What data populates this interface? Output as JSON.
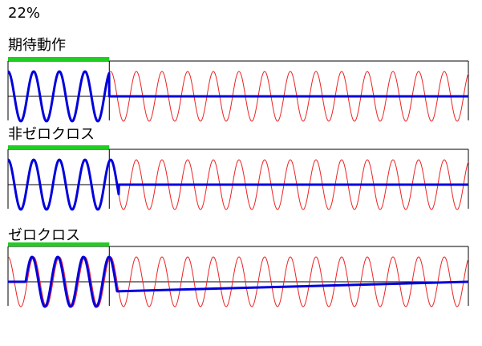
{
  "percentage": "22%",
  "active_fraction": 0.22,
  "colors": {
    "green_bar": "#22cc22",
    "blue_wave": "#0000dd",
    "red_wave": "#ee2222",
    "frame": "#000000"
  },
  "panels": [
    {
      "title": "期待動作",
      "mode": "expected"
    },
    {
      "title": "非ゼロクロス",
      "mode": "non-zero-cross"
    },
    {
      "title": "ゼロクロス",
      "mode": "zero-cross"
    }
  ]
}
